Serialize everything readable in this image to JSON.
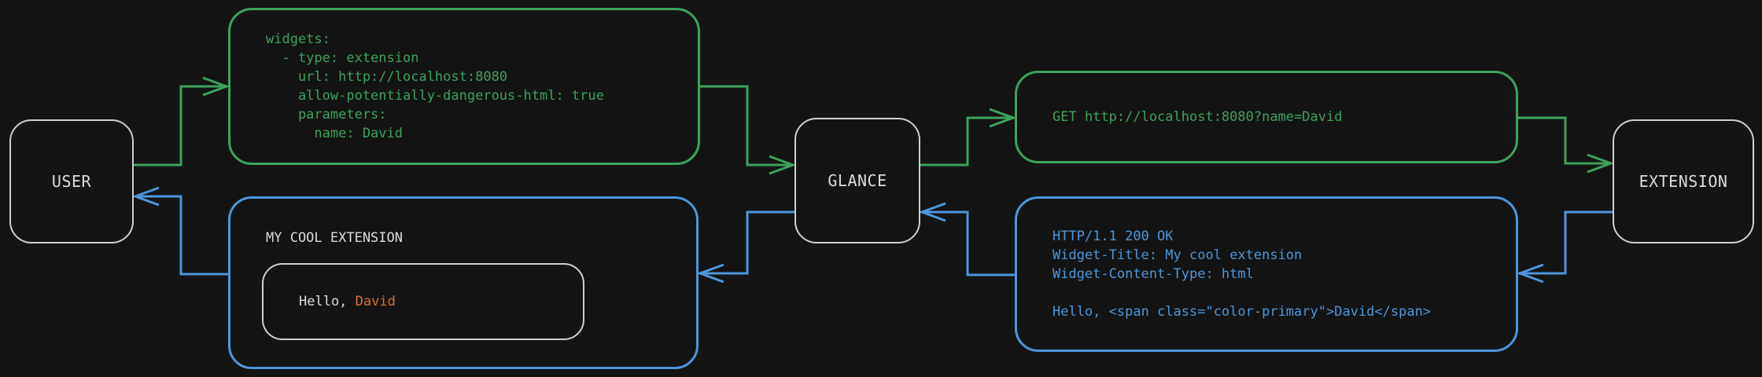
{
  "colors": {
    "bg": "#141414",
    "green": "#3ea25b",
    "blue": "#4e96d9",
    "orange": "#df712d",
    "border_gray": "#cfcfcf",
    "text_gray": "#dcdcdc"
  },
  "nodes": {
    "user": {
      "label": "USER"
    },
    "glance": {
      "label": "GLANCE"
    },
    "extension": {
      "label": "EXTENSION"
    }
  },
  "config_box": {
    "lines": [
      "widgets:",
      "  - type: extension",
      "    url: http://localhost:8080",
      "    allow-potentially-dangerous-html: true",
      "    parameters:",
      "      name: David"
    ]
  },
  "request_box": {
    "text": "GET http://localhost:8080?name=David"
  },
  "response_box": {
    "lines": [
      "HTTP/1.1 200 OK",
      "Widget-Title: My cool extension",
      "Widget-Content-Type: html",
      "",
      "Hello, <span class=\"color-primary\">David</span>"
    ]
  },
  "widget_preview": {
    "title": "MY COOL EXTENSION",
    "greeting_prefix": "Hello, ",
    "greeting_name": "David"
  }
}
